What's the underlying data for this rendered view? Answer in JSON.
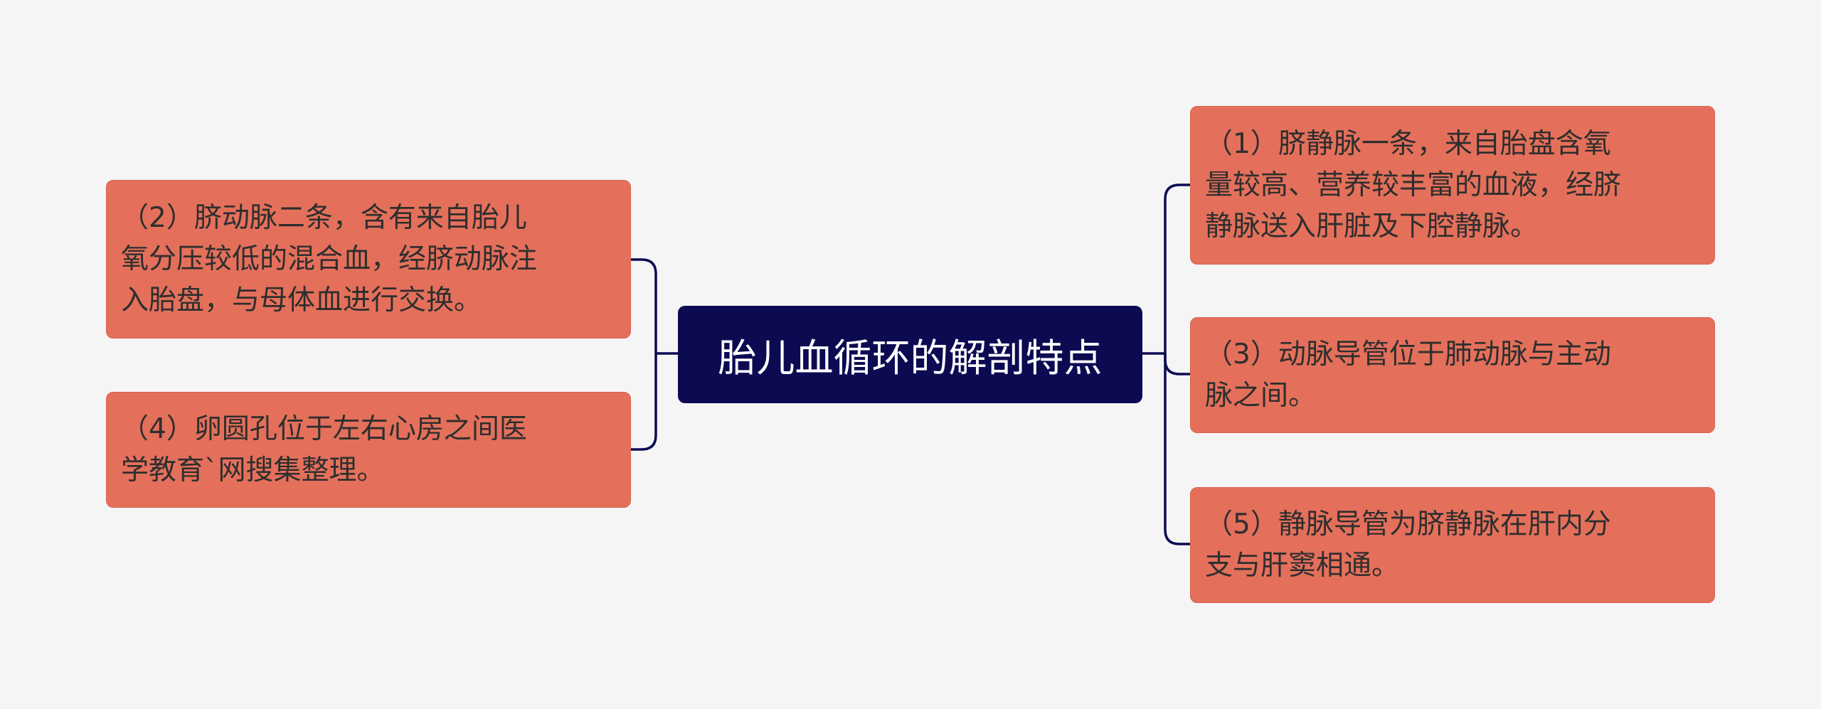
{
  "diagram": {
    "central_topic": "胎儿血循环的解剖特点",
    "left_branches": [
      {
        "text": "（2）脐动脉二条，含有来自胎儿\n氧分压较低的混合血，经脐动脉注\n入胎盘，与母体血进行交换。"
      },
      {
        "text": "（4）卵圆孔位于左右心房之间医\n学教育`网搜集整理。"
      }
    ],
    "right_branches": [
      {
        "text": "（1）脐静脉一条，来自胎盘含氧\n量较高、营养较丰富的血液，经脐\n静脉送入肝脏及下腔静脉。"
      },
      {
        "text": "（3）动脉导管位于肺动脉与主动\n脉之间。"
      },
      {
        "text": "（5）静脉导管为脐静脉在肝内分\n支与肝窦相通。"
      }
    ],
    "colors": {
      "central_fill": "#0c0b52",
      "central_text": "#ffffff",
      "branch_fill": "#e4705b",
      "branch_text": "#2e2e2e",
      "connector": "#0c0b52",
      "background": "#f5f5f6"
    }
  }
}
